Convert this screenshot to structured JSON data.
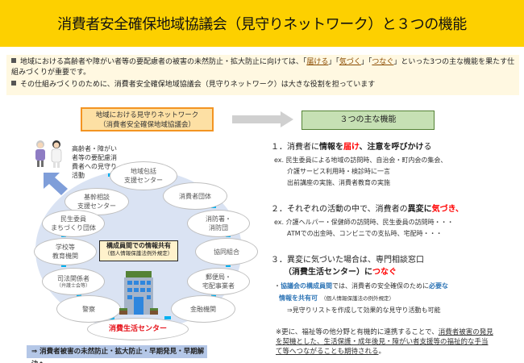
{
  "header": {
    "title": "消費者安全確保地域協議会（見守りネットワーク）と３つの機能"
  },
  "intro": {
    "line1_pre": "地域における高齢者や障がい者等の要配慮者の被害の未然防止・拡大防止に向けては、「",
    "kw1": "届ける",
    "kw_sep1": "」「",
    "kw2": "気づく",
    "kw_sep2": "」「",
    "kw3": "つなぐ",
    "line1_post": "」といった3つの主な機能を果たす仕組みづくりが重要です。",
    "line2": "その仕組みづくりのために、消費者安全確保地域協議会（見守りネットワーク）は大きな役割を担っています"
  },
  "network_box": {
    "line1": "地域における見守りネットワーク",
    "line2": "（消費者安全確保地域協議会）"
  },
  "functions_box": {
    "label": "３つの主な機能"
  },
  "care": {
    "text": "高齢者・障がい者等の要配慮消費者への見守り活動"
  },
  "nodes": [
    {
      "line1": "地域包括",
      "line2": "支援センター"
    },
    {
      "line1": "消費者団体",
      "line2": ""
    },
    {
      "line1": "基幹相談",
      "line2": "支援センター"
    },
    {
      "line1": "民生委員",
      "line2": "まちづくり団体"
    },
    {
      "line1": "消防署・",
      "line2": "消防団"
    },
    {
      "line1": "学校等",
      "line2": "教育機関"
    },
    {
      "line1": "協同組合",
      "line2": ""
    },
    {
      "line1": "司法関係者",
      "line2": "（弁護士会等）"
    },
    {
      "line1": "郵便局・",
      "line2": "宅配事業者"
    },
    {
      "line1": "警察",
      "line2": ""
    },
    {
      "line1": "金融機関",
      "line2": ""
    }
  ],
  "center_box": {
    "line1": "構成員間での情報共有",
    "line2": "（個人情報保護法例外規定）"
  },
  "center_node": {
    "label": "消費生活センター"
  },
  "result": {
    "label": "⇒ 消費者被害の未然防止・拡大防止・早期発見・早期解決へ"
  },
  "functions": {
    "f1": {
      "num": "１．",
      "pre": "消費者に",
      "b1": "情報を",
      "red": "届け",
      "b2": "、注意を呼びかけ",
      "post": "る",
      "ex": [
        "ex. 民生委員による地域の訪問時、自治会・町内会の集会、",
        "介護サービス利用時・検診時に一言",
        "出前講座の実施、消費者教育の実施"
      ]
    },
    "f2": {
      "num": "２．",
      "pre": "それぞれの活動の中で、消費者の",
      "b1": "異変に",
      "red": "気づき、",
      "ex": [
        "ex. 介護ヘルパー・保健師の訪問時、民生委員の訪問時・・・",
        "ATMでの出金時、コンビニでの支払時、宅配時・・・"
      ]
    },
    "f3": {
      "num": "３．",
      "line1": "異変に気づいた場合は、専門相談窓口",
      "b1": "（消費生活センター）に",
      "red": "つなぐ",
      "bullet_pre": "・",
      "blue1": "協議会の構成員間",
      "mid": "では、消費者の安全確保のために",
      "blue2": "必要な",
      "blue3": "情報を共有可",
      "small": "（個人情報保護法の例外規定）",
      "arrow_line": "⇒見守りリストを作成して効果的な見守り活動も可能"
    }
  },
  "note": {
    "pre": "※更に、福祉等の他分野と有機的に連携することで、",
    "underlined": "消費者被害の発見を契機とした、生活保護・成年後見・障がい者支援等の福祉的な手当て等へつながることも期待される",
    "post": "。"
  },
  "colors": {
    "header": "#fdd000",
    "accent_red": "#ff0000",
    "accent_blue": "#2e75b6",
    "network_fill": "#fde0a4",
    "functions_fill": "#c6e0b4"
  }
}
